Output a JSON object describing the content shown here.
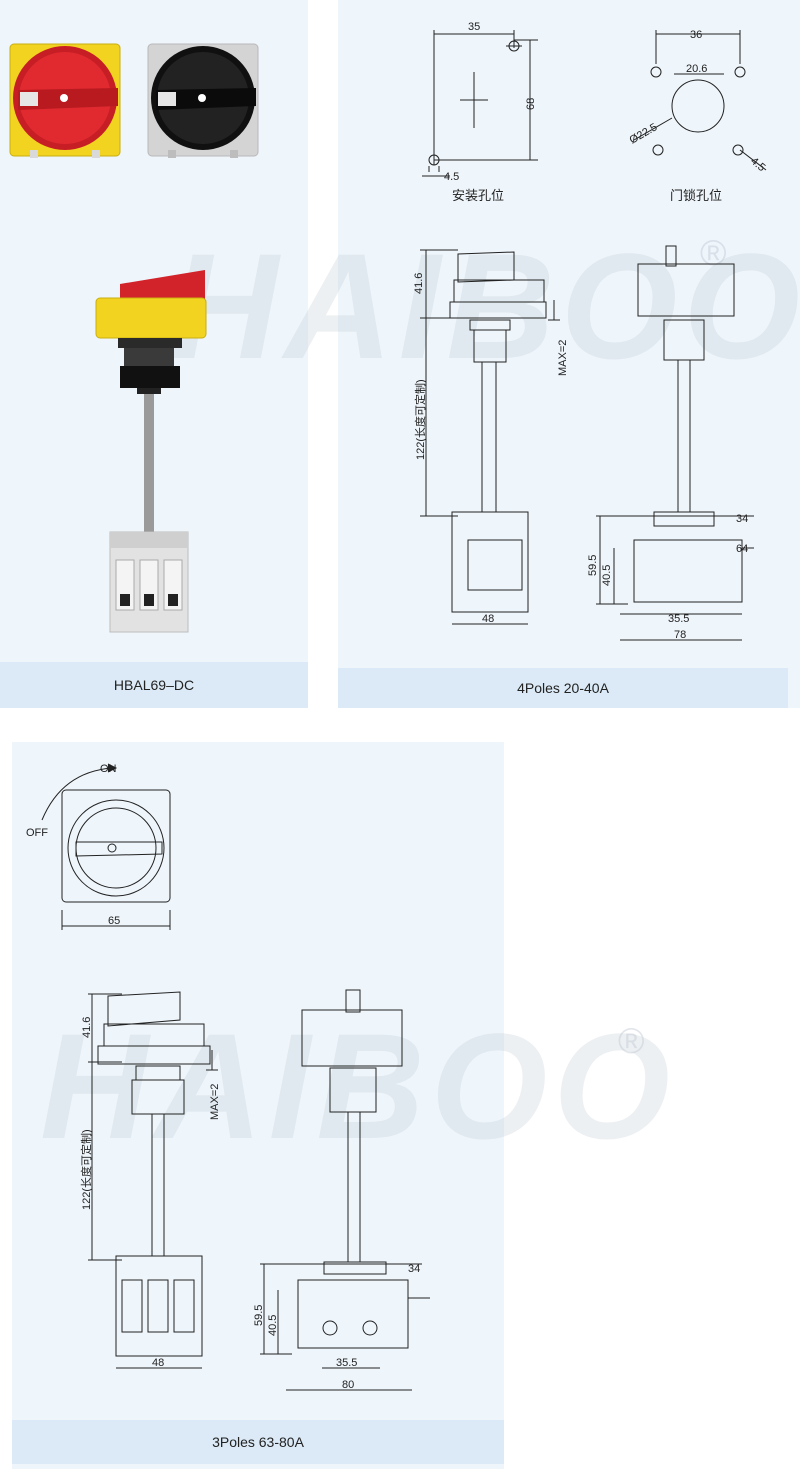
{
  "watermark": {
    "brand": "HAIBOO",
    "registered": "®"
  },
  "product": {
    "model_caption": "HBAL69–DC"
  },
  "drawing_4poles": {
    "caption": "4Poles   20-40A",
    "mount_hole": {
      "title": "安装孔位",
      "width": "35",
      "height": "68",
      "hole": "4.5"
    },
    "lock_hole": {
      "title": "门锁孔位",
      "spacing": "36",
      "inner": "20.6",
      "diameter": "Ø22.5",
      "hole": "4.5"
    },
    "side": {
      "height_top": "41.6",
      "shaft": "122(长度可定制)",
      "max": "MAX=2",
      "width": "48"
    },
    "front": {
      "d1": "34",
      "d2": "64",
      "h1": "59.5",
      "h2": "40.5",
      "w1": "35.5",
      "w2": "78"
    }
  },
  "drawing_3poles": {
    "caption": "3Poles   63-80A",
    "handle": {
      "on": "ON",
      "off": "OFF",
      "width": "65"
    },
    "side": {
      "height_top": "41.6",
      "shaft": "122(长度可定制)",
      "max": "MAX=2",
      "width": "48"
    },
    "front": {
      "d1": "34",
      "h1": "59.5",
      "h2": "40.5",
      "w1": "35.5",
      "w2": "80"
    }
  },
  "colors": {
    "panel": "#eef5fb",
    "caption": "#dbeaf6",
    "red": "#d2232a",
    "yellow": "#f1d320",
    "black": "#1a1a1a",
    "grey": "#d9d9d9"
  }
}
